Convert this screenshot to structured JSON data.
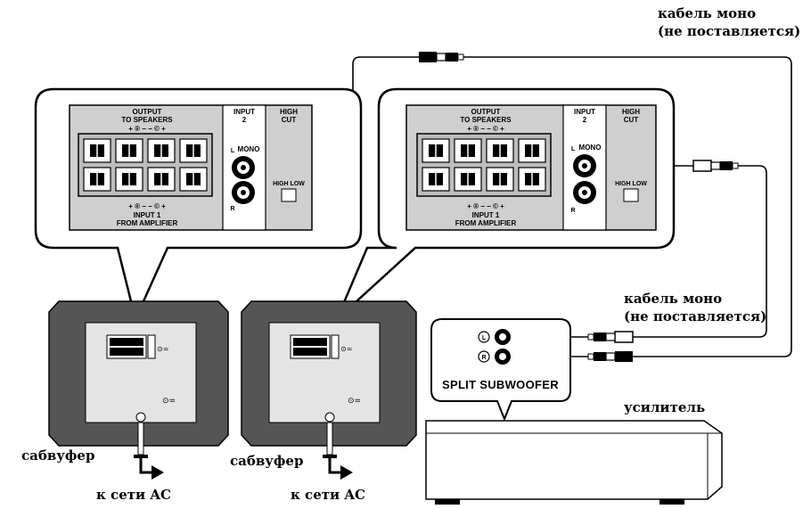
{
  "labels": {
    "cable_mono_top_line1": "кабель моно",
    "cable_mono_top_line2": "(не поставляется)",
    "cable_mono_mid_line1": "кабель моно",
    "cable_mono_mid_line2": "(не поставляется)",
    "subwoofer_left": "сабвуфер",
    "subwoofer_right": "сабвуфер",
    "ac_left": "к сети AC",
    "ac_right": "к сети AC",
    "amplifier": "усилитель"
  },
  "panel": {
    "output_line1": "OUTPUT",
    "output_line2": "TO SPEAKERS",
    "input2_line1": "INPUT",
    "input2_line2": "2",
    "highcut_line1": "HIGH",
    "highcut_line2": "CUT",
    "mono": "MONO",
    "high_low": "HIGH LOW",
    "input1_line1": "INPUT 1",
    "input1_line2": "FROM AMPLIFIER",
    "polarity_top": "+ ® − − © +",
    "polarity_bottom": "+ ® − − © +",
    "jack_l": "L",
    "jack_r": "R"
  },
  "amp": {
    "split_subwoofer": "SPLIT SUBWOOFER",
    "jack_l": "L",
    "jack_r": "R"
  }
}
